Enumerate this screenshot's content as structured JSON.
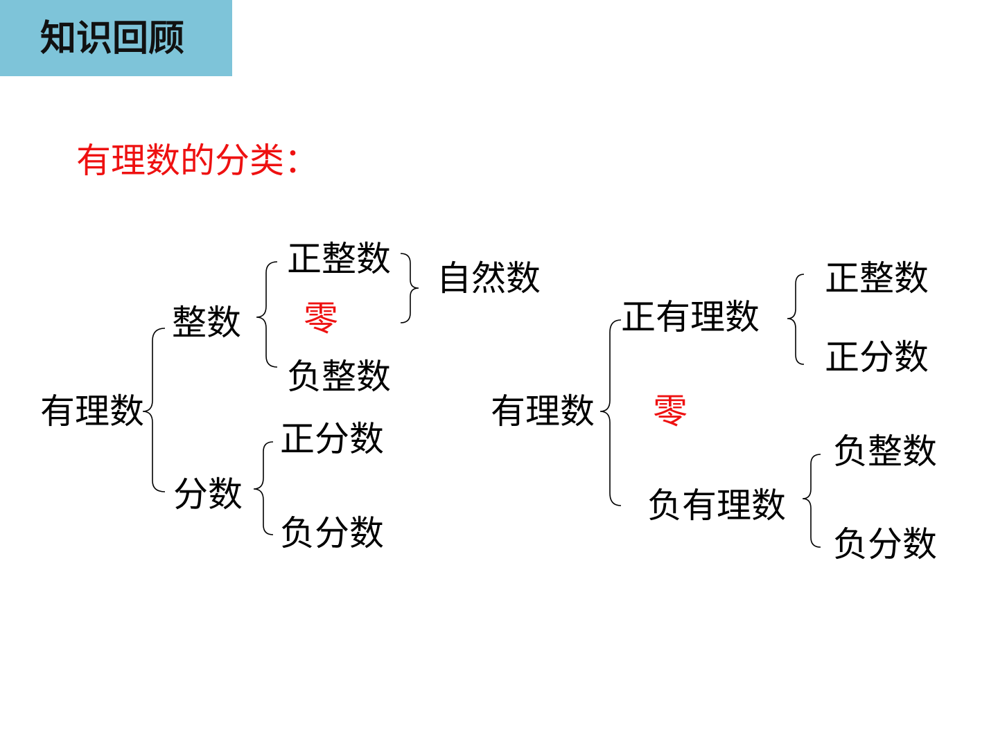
{
  "header": {
    "title": "知识回顾",
    "background": "#7ec4d9"
  },
  "subtitle": "有理数的分类：",
  "accent_color": "#ee1111",
  "tree_by_type": {
    "root": "有理数",
    "integers": {
      "label": "整数",
      "children": [
        "正整数",
        "零",
        "负整数"
      ],
      "natural_numbers_label": "自然数"
    },
    "fractions": {
      "label": "分数",
      "children": [
        "正分数",
        "负分数"
      ]
    }
  },
  "tree_by_sign": {
    "root": "有理数",
    "positive": {
      "label": "正有理数",
      "children": [
        "正整数",
        "正分数"
      ]
    },
    "zero": "零",
    "negative": {
      "label": "负有理数",
      "children": [
        "负整数",
        "负分数"
      ]
    }
  }
}
